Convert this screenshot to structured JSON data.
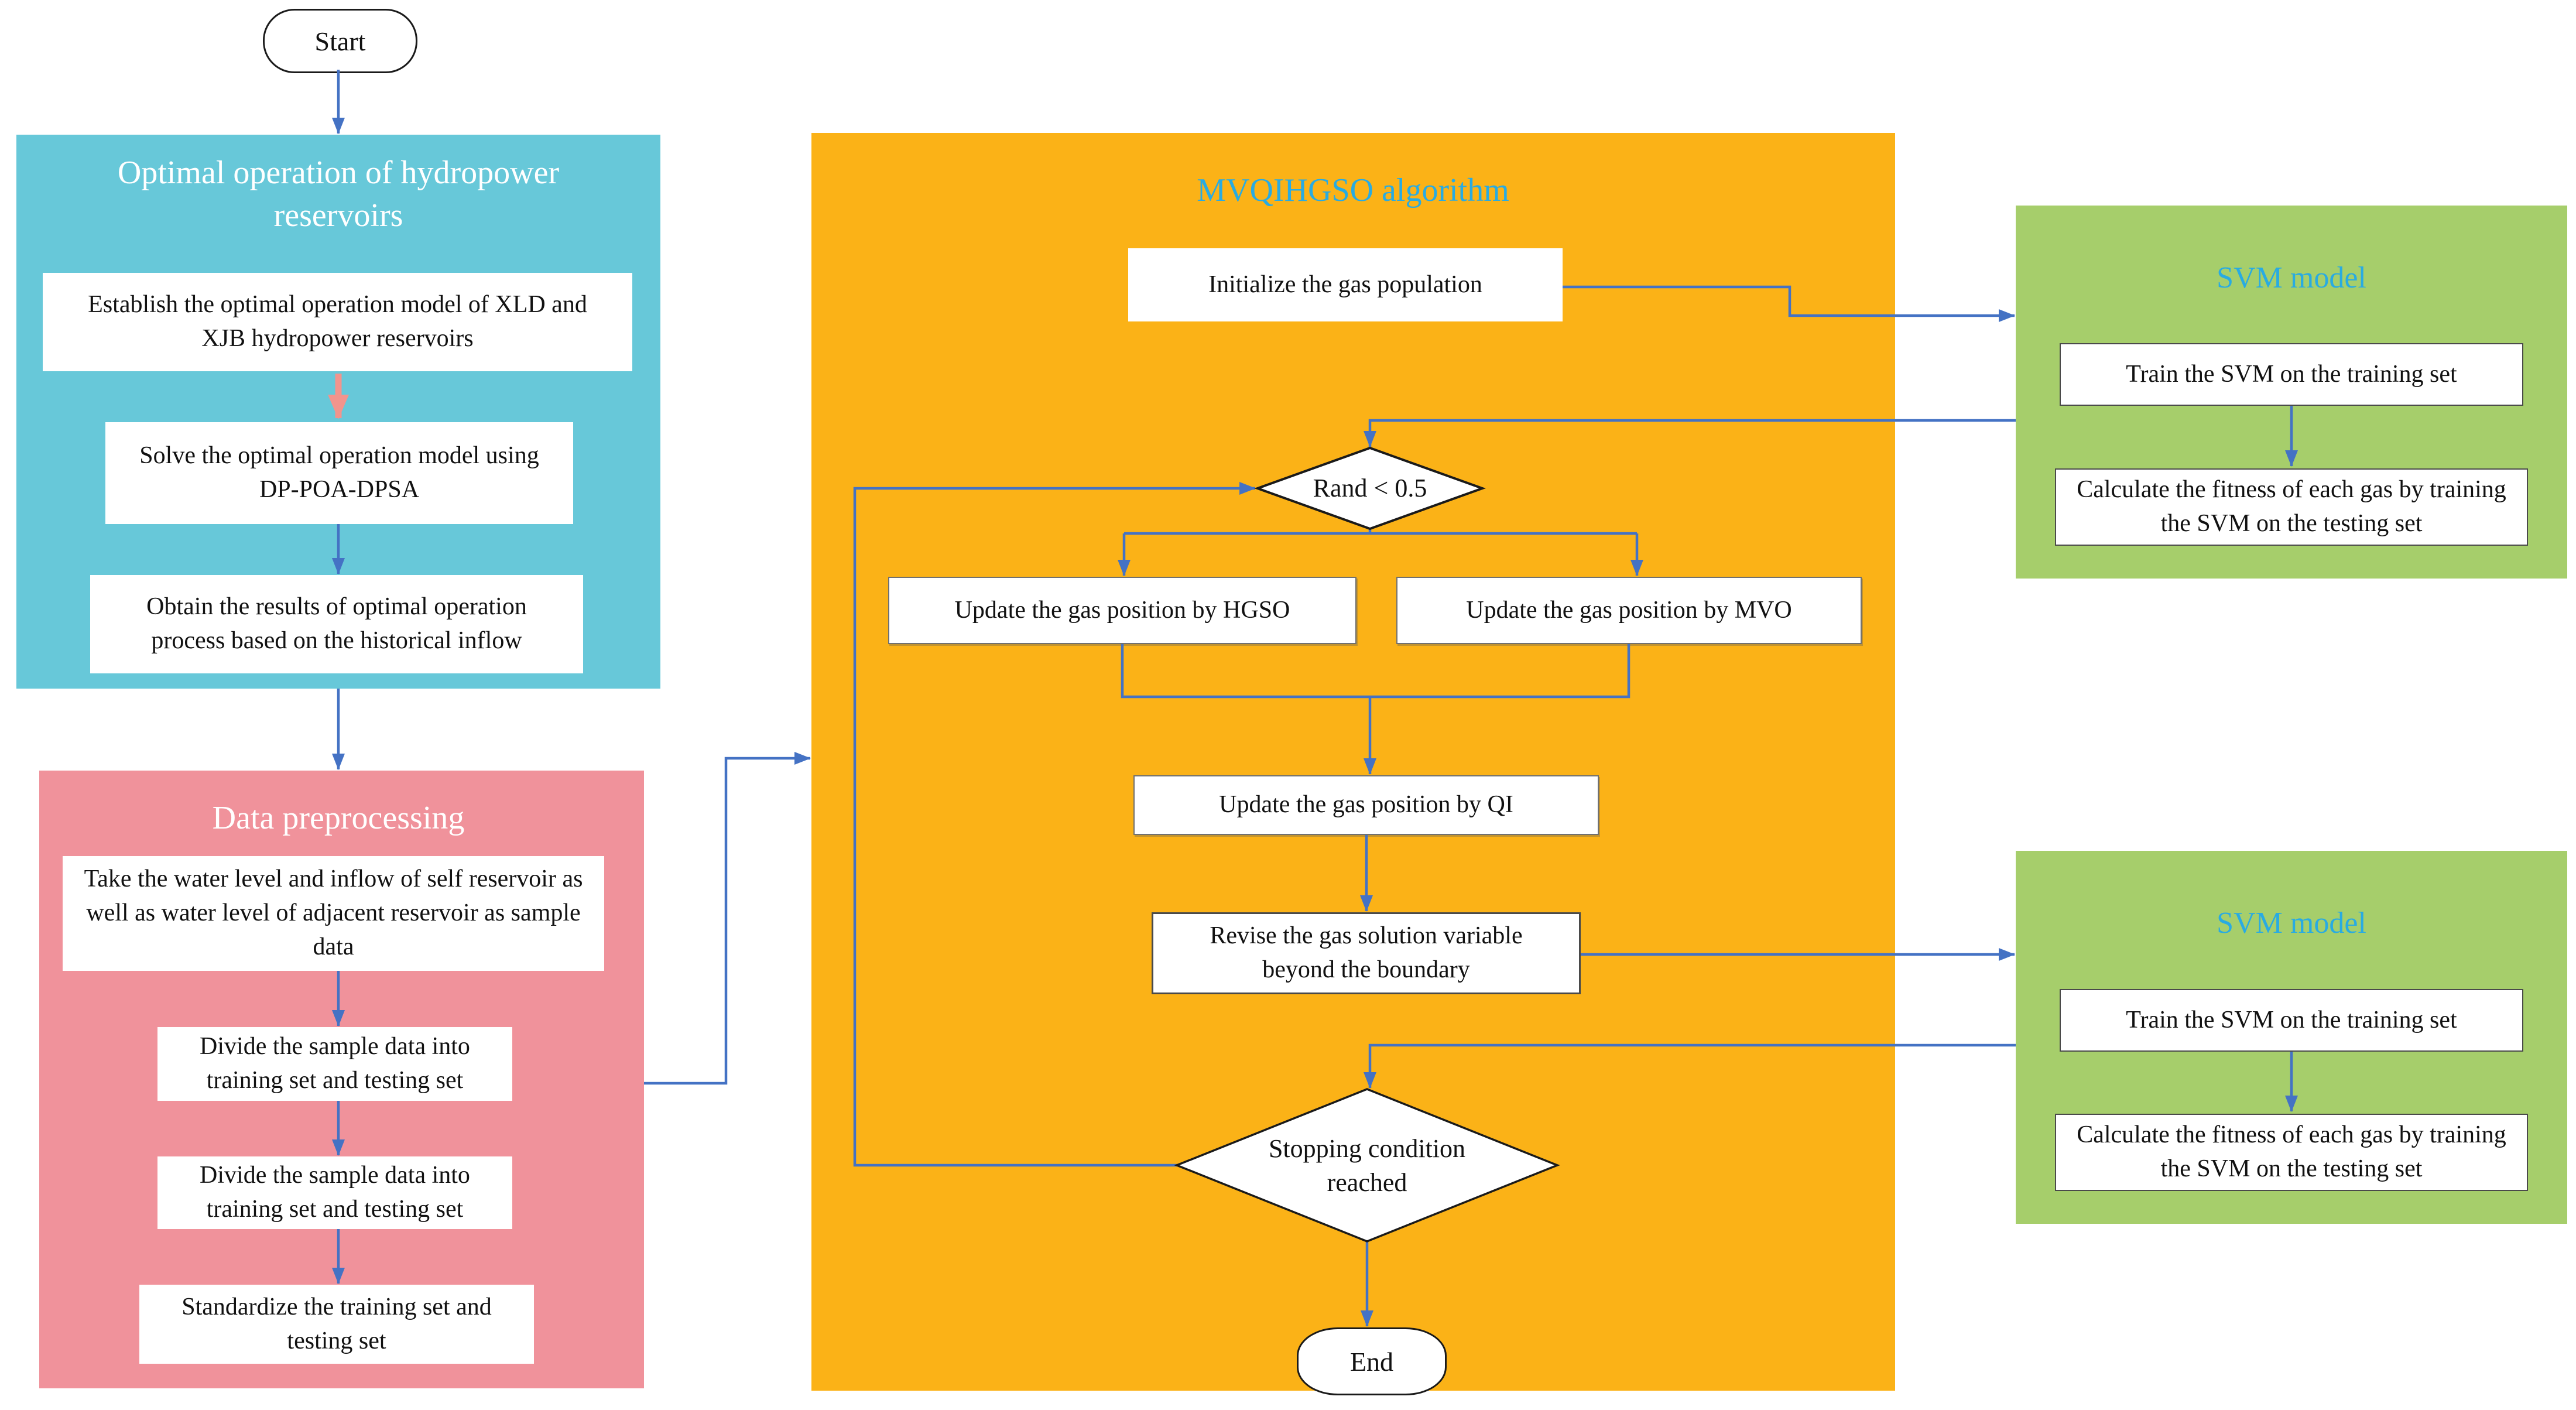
{
  "colors": {
    "hydropower_panel": "#67C8D9",
    "preprocessing_panel": "#F0929B",
    "algorithm_panel": "#FBB217",
    "svm_panel": "#A6CE6B",
    "heading_accent": "#29ABE2",
    "connector_blue": "#4472C4",
    "connector_pink": "#F2948D",
    "box_fill": "#FFFFFF"
  },
  "terminators": {
    "start": "Start",
    "end": "End"
  },
  "hydropower_panel": {
    "title": "Optimal operation of hydropower reservoirs",
    "steps": [
      "Establish the optimal operation model of XLD and XJB hydropower reservoirs",
      "Solve the optimal operation model using DP-POA-DPSA",
      "Obtain the results of optimal operation process based on the historical inflow"
    ]
  },
  "preprocessing_panel": {
    "title": "Data preprocessing",
    "steps": [
      "Take the water level and inflow of self reservoir as well as water level of adjacent reservoir as sample data",
      "Divide the sample data into training set and testing set",
      "Divide the sample data into training set and testing set",
      "Standardize the training set and testing set"
    ]
  },
  "algorithm_panel": {
    "title": "MVQIHGSO algorithm",
    "initialize": "Initialize the gas population",
    "rand_decision": "Rand < 0.5",
    "update_hgso": "Update the gas position by HGSO",
    "update_mvo": "Update the gas position by MVO",
    "update_qi": "Update the gas position by QI",
    "revise": "Revise the gas solution variable beyond the boundary",
    "stop_decision": "Stopping condition reached"
  },
  "svm_top_panel": {
    "title": "SVM model",
    "steps": [
      "Train the SVM on the training set",
      "Calculate the fitness  of each gas by training the SVM on the testing set"
    ]
  },
  "svm_bottom_panel": {
    "title": "SVM model",
    "steps": [
      "Train the SVM on the training set",
      "Calculate the fitness  of each gas by training the SVM on the testing set"
    ]
  }
}
